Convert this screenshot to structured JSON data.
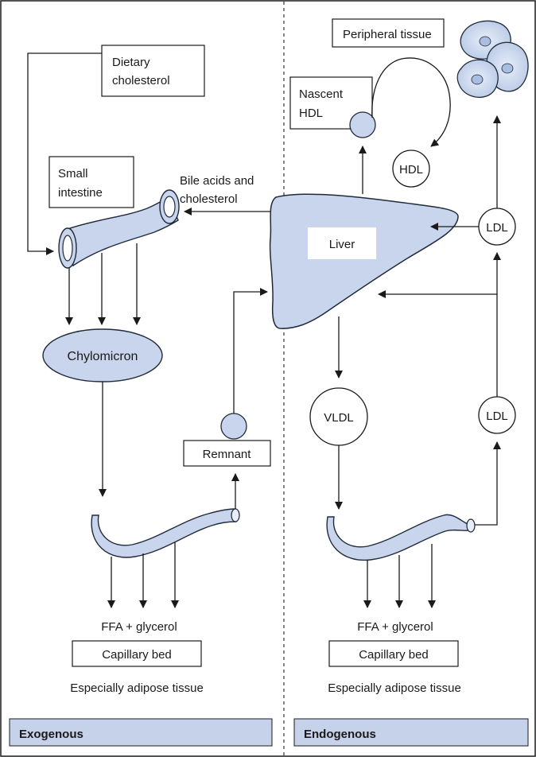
{
  "labels": {
    "dietary_cholesterol": [
      "Dietary",
      "cholesterol"
    ],
    "small_intestine": [
      "Small",
      "intestine"
    ],
    "bile_acids": [
      "Bile acids and",
      "cholesterol"
    ],
    "liver": "Liver",
    "chylomicron": "Chylomicron",
    "remnant": "Remnant",
    "ffa_left": "FFA + glycerol",
    "capillary_left": "Capillary bed",
    "adipose_left": "Especially adipose tissue",
    "peripheral_tissue": "Peripheral tissue",
    "nascent_hdl": [
      "Nascent",
      "HDL"
    ],
    "hdl": "HDL",
    "ldl_top": "LDL",
    "vldl": "VLDL",
    "ldl_bottom": "LDL",
    "ffa_right": "FFA + glycerol",
    "capillary_right": "Capillary bed",
    "adipose_right": "Especially adipose tissue"
  },
  "footer": {
    "left": "Exogenous",
    "right": "Endogenous"
  },
  "colors": {
    "organ_fill": "#c9d5ec",
    "organ_stroke": "#1f2a3a",
    "footer_bg": "#c5d2e9",
    "line": "#1a1a1a"
  }
}
